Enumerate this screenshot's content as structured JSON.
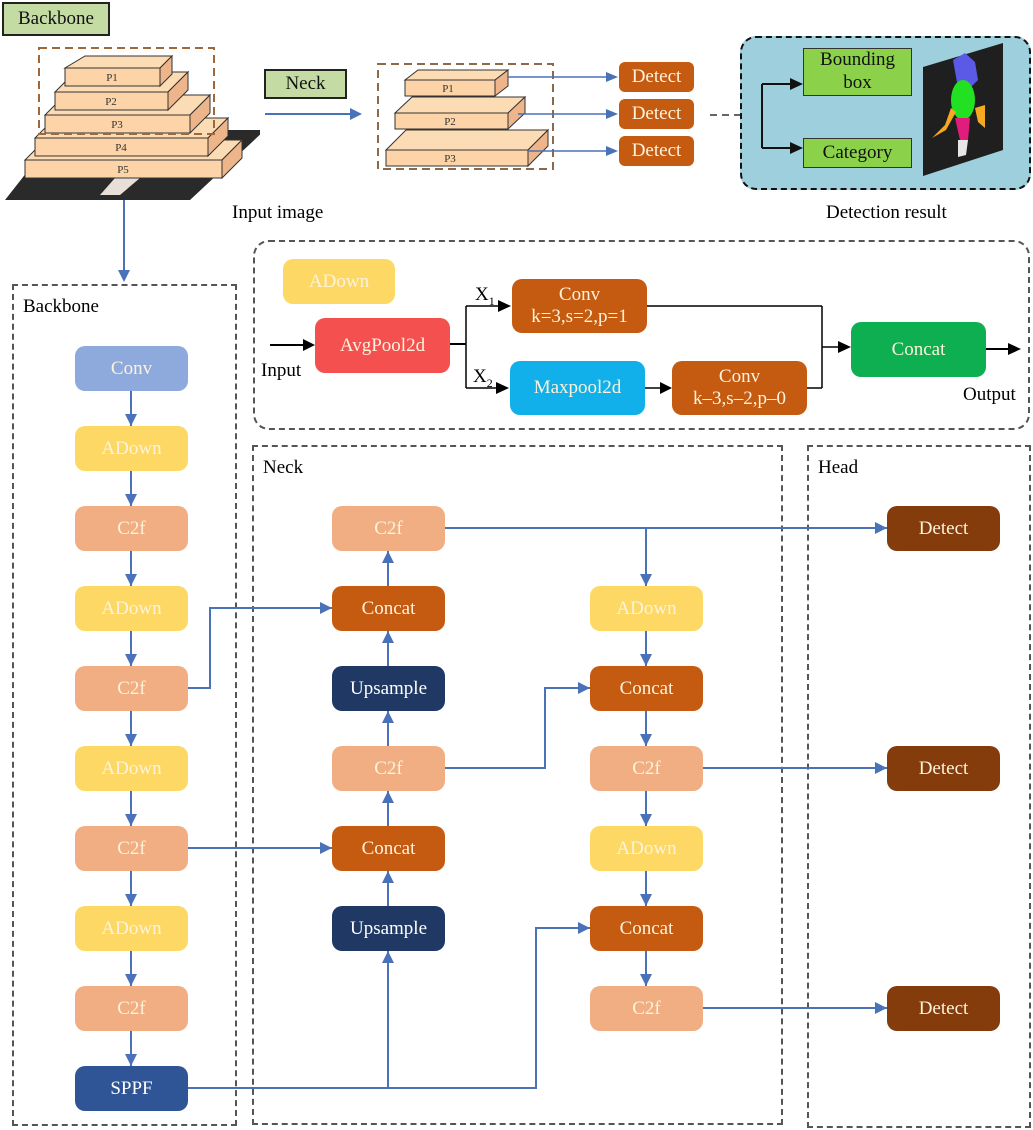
{
  "top": {
    "backbone_tag": "Backbone",
    "neck_tag": "Neck",
    "input_image_label": "Input image",
    "detection_result_label": "Detection result",
    "backbone_pyramid_levels": [
      "P1",
      "P2",
      "P3",
      "P4",
      "P5"
    ],
    "neck_pyramid_levels": [
      "P1",
      "P2",
      "P3"
    ],
    "detect_outputs": [
      "Detect",
      "Detect",
      "Detect"
    ],
    "result_boxes": [
      "Bounding box",
      "Category"
    ]
  },
  "adown_detail": {
    "legend": "ADown",
    "input_label": "Input",
    "output_label": "Output",
    "branch1_label": "X",
    "branch1_sub": "1",
    "branch2_label": "X",
    "branch2_sub": "2",
    "avgpool": "AvgPool2d",
    "conv1_title": "Conv",
    "conv1_params": "k=3,s=2,p=1",
    "maxpool": "Maxpool2d",
    "conv2_title": "Conv",
    "conv2_params": "k–3,s–2,p–0",
    "concat": "Concat"
  },
  "backbone": {
    "title": "Backbone",
    "layers": [
      "Conv",
      "ADown",
      "C2f",
      "ADown",
      "C2f",
      "ADown",
      "C2f",
      "ADown",
      "C2f",
      "SPPF"
    ]
  },
  "neck": {
    "title": "Neck",
    "left_column": [
      "C2f",
      "Concat",
      "Upsample",
      "C2f",
      "Concat",
      "Upsample"
    ],
    "right_column": [
      "ADown",
      "Concat",
      "C2f",
      "ADown",
      "Concat",
      "C2f"
    ]
  },
  "head": {
    "title": "Head",
    "detects": [
      "Detect",
      "Detect",
      "Detect"
    ]
  },
  "colors": {
    "conv": "#8ea9db",
    "adown": "#fdd865",
    "c2f": "#f0ae82",
    "concat": "#c55a11",
    "upsample": "#1f3864",
    "sppf": "#2f5597",
    "detect_head": "#843c0c",
    "avgpool": "#f55050",
    "maxpool": "#12b0ea",
    "concat_green": "#0daf50",
    "arrow": "#4a72b8"
  }
}
